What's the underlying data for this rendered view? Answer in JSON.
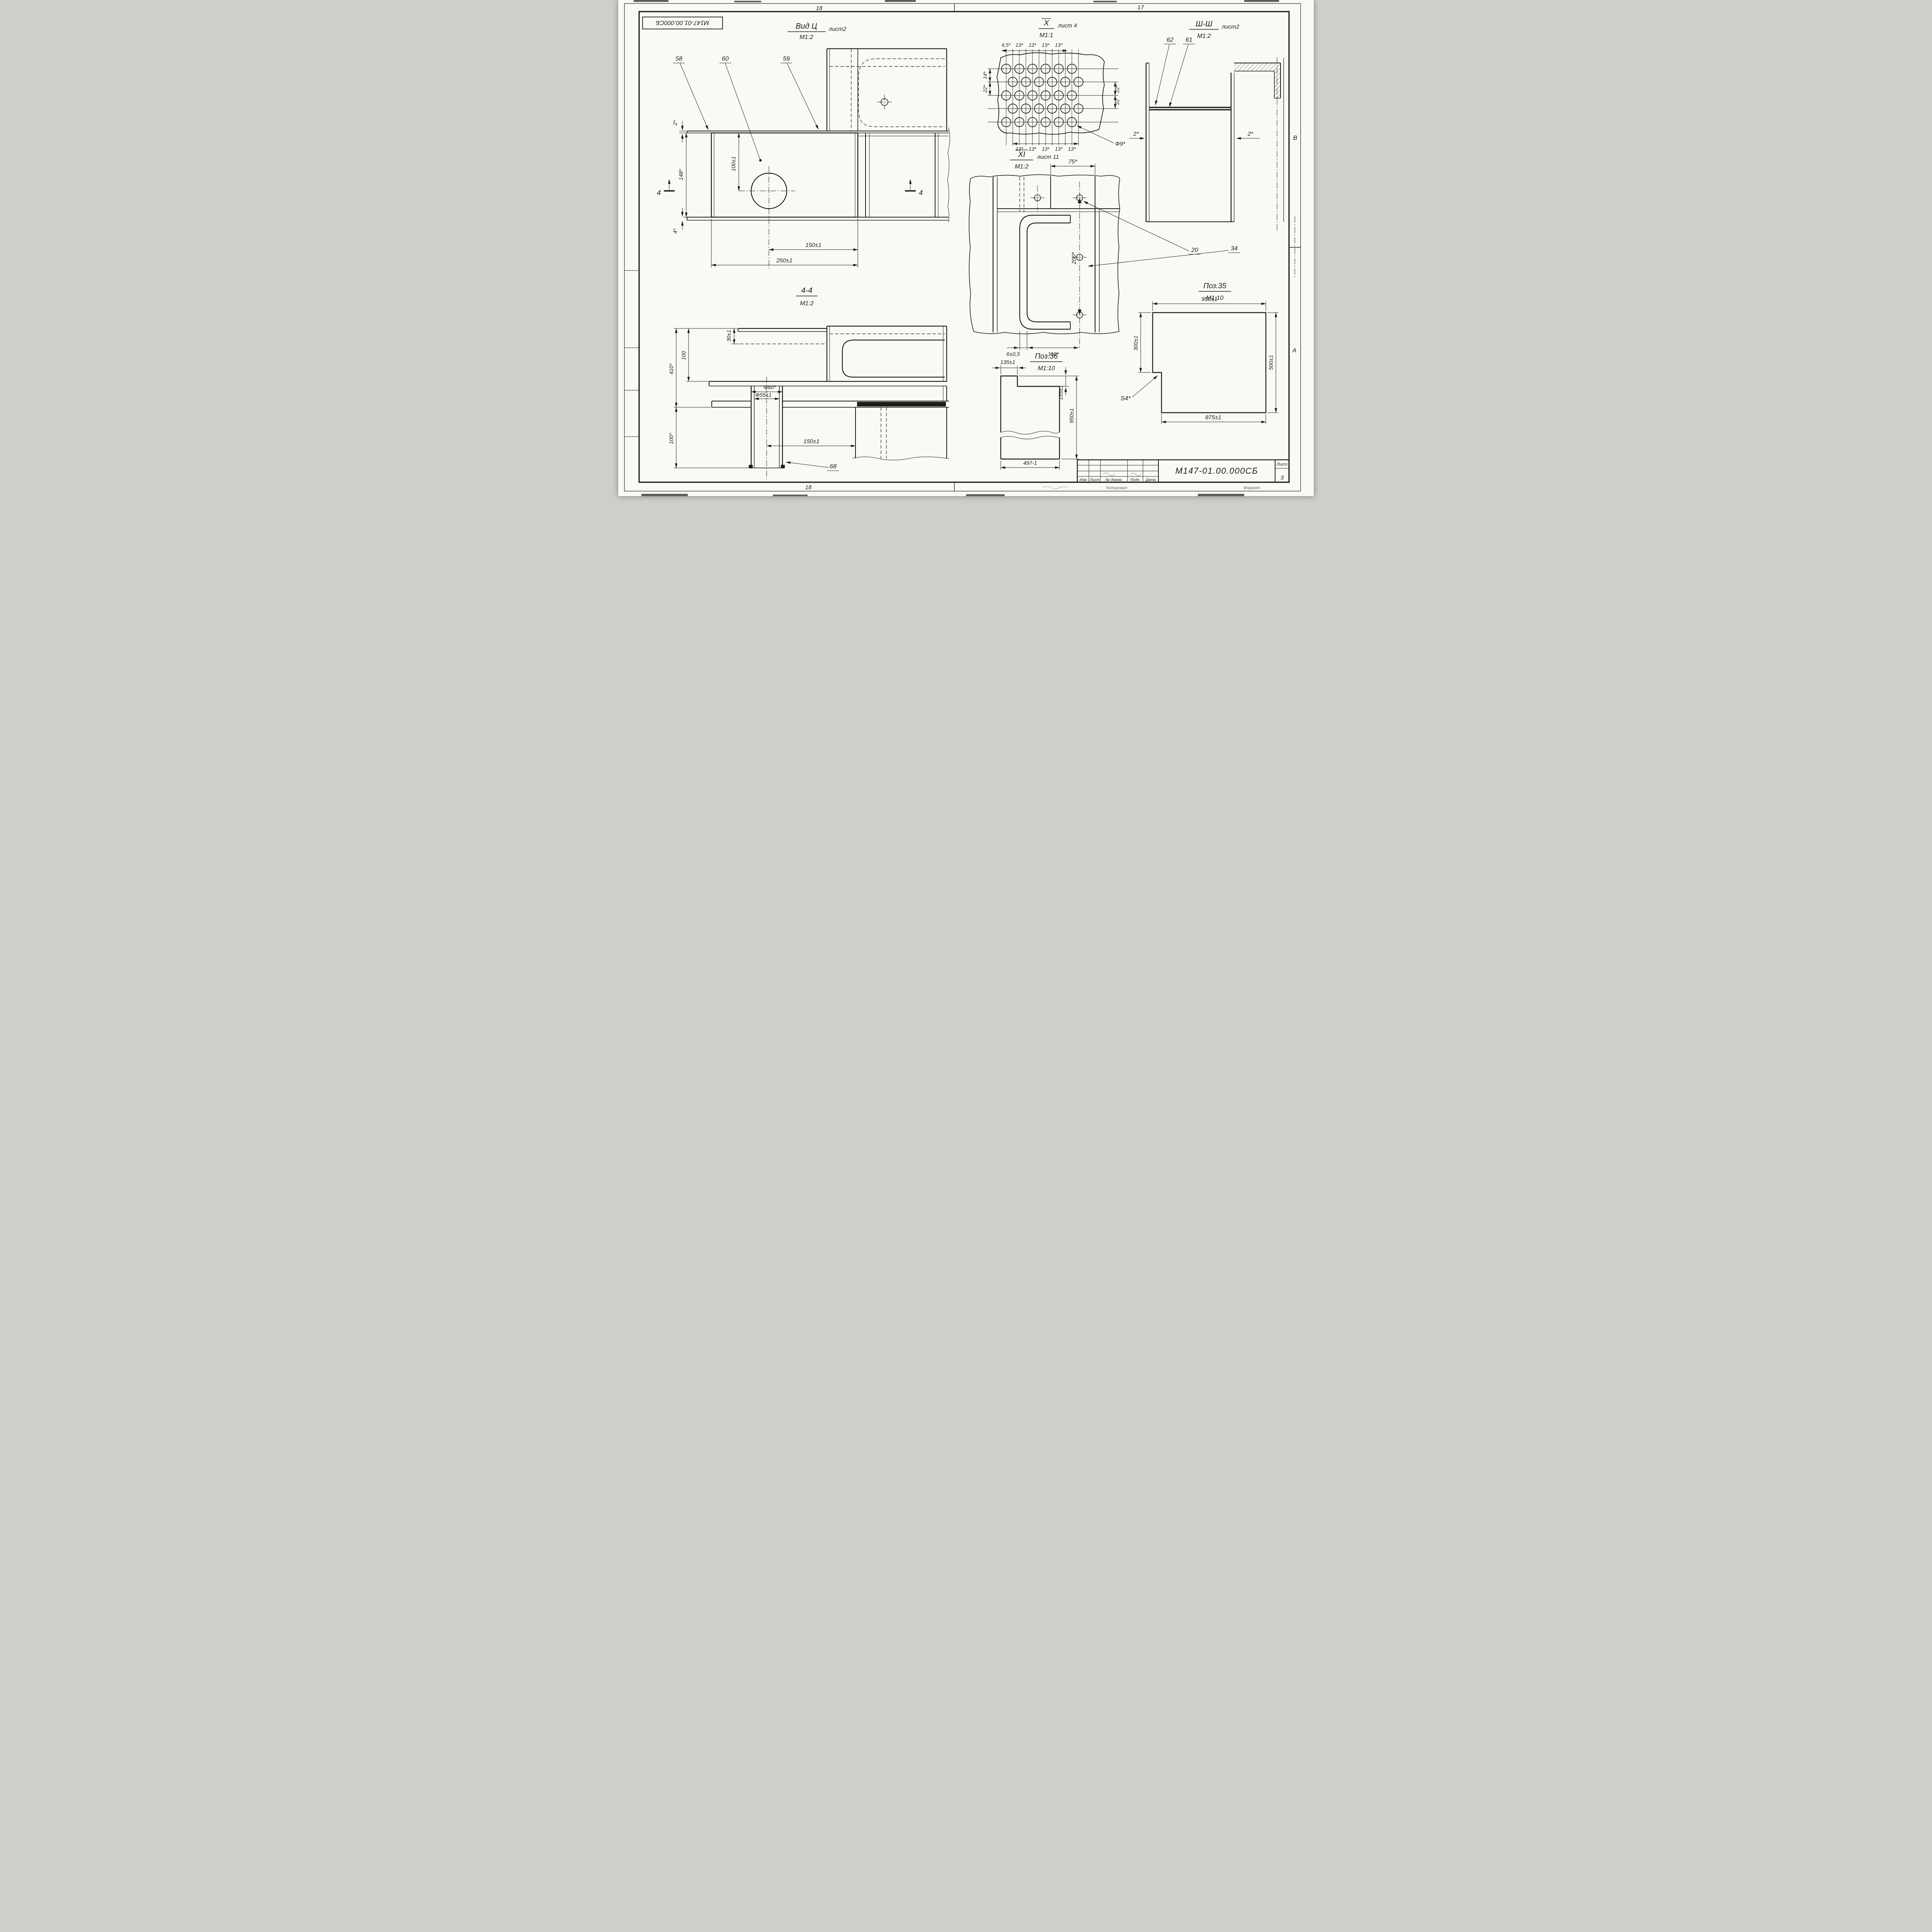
{
  "sheet": {
    "code_stamp": "М147-01.00.000СБ",
    "zone_top_left": "18",
    "zone_top_right": "17",
    "zone_bottom": "18",
    "zone_right_b": "В",
    "zone_right_a": "А",
    "note_kopiroval": "Копировал",
    "note_format": "Формат"
  },
  "titleblock": {
    "code": "М147-01.00.000СБ",
    "sheet_label": "Лист",
    "sheet_number": "3",
    "col_izm": "Изм",
    "col_list": "Лист",
    "col_ndoc": "№ докум.",
    "col_podp": "Подп.",
    "col_data": "Дата"
  },
  "vid_c": {
    "title": "Вид Ц",
    "scale": "М1:2",
    "ref": "лист2",
    "c58": "58",
    "c60": "60",
    "c59": "59",
    "d_2": "2*",
    "d_148": "148*",
    "d_4": "4*",
    "d_100": "100±1",
    "d_150": "150±1",
    "d_250": "250±1",
    "sec_left": "4",
    "sec_right": "4"
  },
  "view_x": {
    "title": "Х",
    "scale": "М1:1",
    "ref": "лист 4",
    "d_65": "6,5*",
    "d13_t1": "13*",
    "d13_t2": "13*",
    "d13_t3": "13*",
    "d13_t4": "13*",
    "d_14": "14*",
    "d_22l": "22*",
    "d_22r1": "22*",
    "d_22r2": "22",
    "d13_b1": "13*",
    "d13_b2": "13*",
    "d13_b3": "13*",
    "d13_b4": "13*",
    "d13_b5": "13*",
    "d_f9": "Ф9*"
  },
  "sh_sh": {
    "title": "Ш-Ш",
    "scale": "М1:2",
    "ref": "лист2",
    "c62": "62",
    "c61": "61",
    "d_2l": "2*",
    "d_2r": "2*"
  },
  "xi": {
    "title": "ХI",
    "scale": "М1:2",
    "ref": "лист 11",
    "d_75": "75*",
    "d_200": "200*",
    "d_6": "6±0,5",
    "d_119": "119*",
    "c20": "20",
    "c34": "34"
  },
  "s44": {
    "title": "4-4",
    "scale": "М1:2",
    "d_30": "30±1",
    "d_100": "100",
    "d_410": "410*",
    "d_100s": "100*",
    "d_f60": "Ф60*",
    "d_f55": "Ф55±1",
    "d_150": "150±1",
    "c68": "68"
  },
  "poz36": {
    "title": "Поз.36",
    "scale": "М1:10",
    "d_135": "135±1",
    "d_155": "155±1",
    "d_950": "950±1",
    "d_497": "497-1"
  },
  "poz35": {
    "title": "Поз.35",
    "scale": "М1:10",
    "d_950": "950±1",
    "d_300": "300±1",
    "d_500": "500±1",
    "d_875": "875±1",
    "d_s4": "S4*"
  }
}
